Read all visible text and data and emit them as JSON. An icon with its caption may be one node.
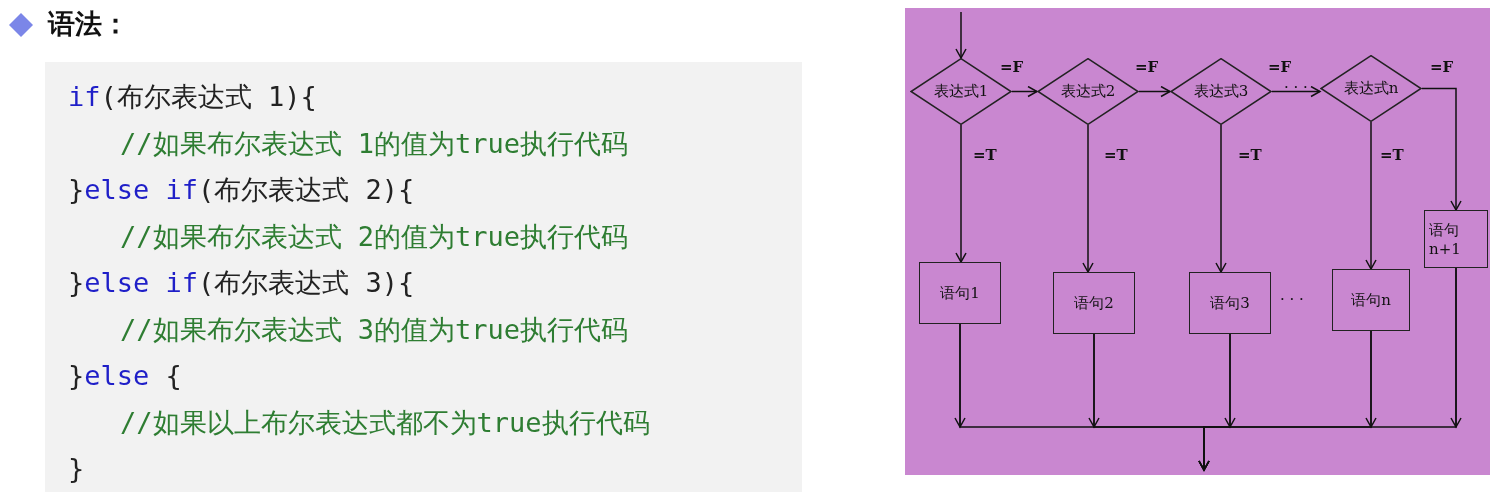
{
  "diagram": {
    "title": "语法：",
    "nodes": [
      {
        "text": [
          "表达式1"
        ]
      },
      {
        "text": [
          "表达式2"
        ]
      },
      {
        "text": [
          "表达式3"
        ]
      },
      {
        "text": [
          "表达式n"
        ]
      },
      {
        "text": [
          "语句1"
        ]
      },
      {
        "text": [
          "语句2"
        ]
      },
      {
        "text": [
          "语句3"
        ]
      },
      {
        "text": [
          "语句n"
        ]
      },
      {
        "text": [
          "语句n+1"
        ]
      }
    ],
    "edges": [
      {
        "from": null,
        "to": 0,
        "arrow": "to"
      },
      {
        "from": 0,
        "to": 1,
        "arrow": "to",
        "label": "=F"
      },
      {
        "from": 1,
        "to": 2,
        "arrow": "to",
        "label": "=F"
      },
      {
        "from": 2,
        "to": 3,
        "arrow": "to",
        "label": "=F"
      },
      {
        "from": 3,
        "to": 8,
        "arrow": "to",
        "label": "=F"
      },
      {
        "from": 0,
        "to": 4,
        "arrow": "to",
        "label": "=T"
      },
      {
        "from": 1,
        "to": 5,
        "arrow": "to",
        "label": "=T"
      },
      {
        "from": 2,
        "to": 6,
        "arrow": "to",
        "label": "=T"
      },
      {
        "from": 3,
        "to": 7,
        "arrow": "to",
        "label": "=T"
      },
      {
        "from": 4,
        "to": null,
        "arrow": "to"
      },
      {
        "from": 5,
        "to": null,
        "arrow": "to"
      },
      {
        "from": 6,
        "to": null,
        "arrow": "to"
      },
      {
        "from": 7,
        "to": null,
        "arrow": "to"
      },
      {
        "from": 8,
        "to": null,
        "arrow": "to"
      }
    ],
    "labels": [
      "if(布尔表达式 1){",
      "//如果布尔表达式 1的值为true执行代码",
      "}else if(布尔表达式 2){",
      "//如果布尔表达式 2的值为true执行代码",
      "}else if(布尔表达式 3){",
      "//如果布尔表达式 3的值为true执行代码",
      "}else {",
      "//如果以上布尔表达式都不为true执行代码",
      "}",
      "· · ·",
      "· · ·"
    ]
  }
}
